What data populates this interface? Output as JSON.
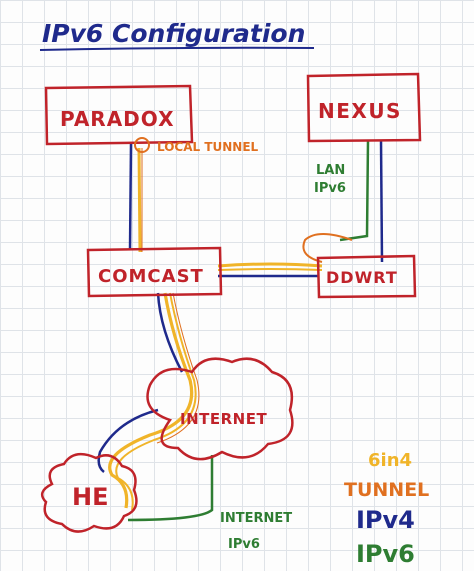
{
  "title": "IPv6 Configuration",
  "nodes": {
    "paradox": "PARADOX",
    "nexus": "NEXUS",
    "comcast": "COMCAST",
    "ddwrt": "DDWRT",
    "internet": "INTERNET",
    "he": "HE"
  },
  "labels": {
    "local_tunnel": "LOCAL TUNNEL",
    "lan_ipv6_line1": "LAN",
    "lan_ipv6_line2": "IPv6",
    "internet_ipv6_line1": "INTERNET",
    "internet_ipv6_line2": "IPv6"
  },
  "legend": {
    "sixin4": "6in4",
    "tunnel": "TUNNEL",
    "ipv4": "IPv4",
    "ipv6": "IPv6"
  },
  "colors": {
    "node": "#c0232a",
    "ipv4": "#1f2a8c",
    "ipv6": "#2e7d32",
    "sixin4": "#f0b429",
    "tunnel": "#e07020",
    "title": "#1f2a8c"
  }
}
